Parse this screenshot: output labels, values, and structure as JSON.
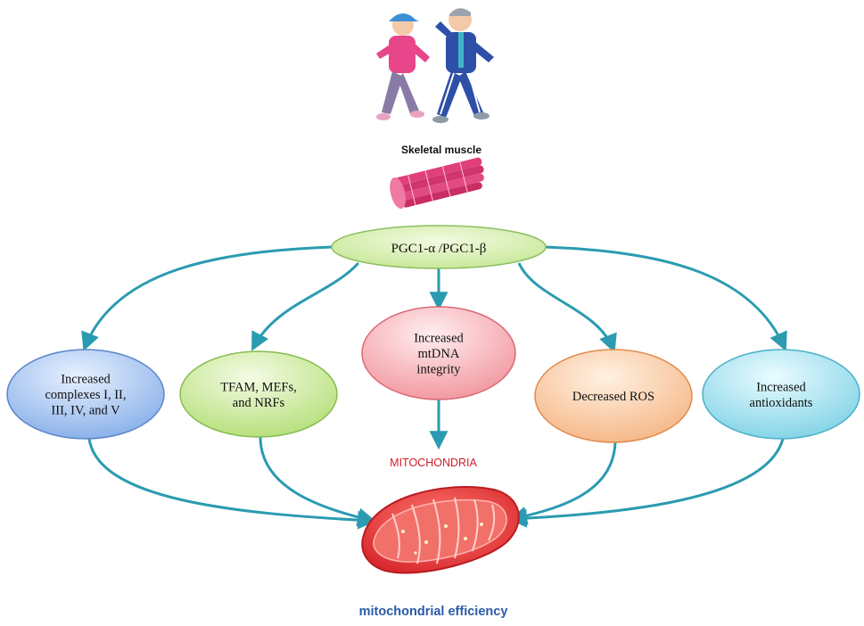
{
  "diagram": {
    "top_label": "Skeletal muscle",
    "hub": "PGC1-α /PGC1-β",
    "nodes": [
      {
        "id": "complexes",
        "lines": [
          "Increased",
          "complexes  I, II,",
          "III, IV, and V"
        ]
      },
      {
        "id": "tfam",
        "lines": [
          "TFAM, MEFs,",
          "and NRFs"
        ]
      },
      {
        "id": "mtdna",
        "lines": [
          "Increased",
          "mtDNA",
          "integrity"
        ]
      },
      {
        "id": "ros",
        "lines": [
          "Decreased ROS"
        ]
      },
      {
        "id": "antioxidants",
        "lines": [
          "Increased",
          "antioxidants"
        ]
      }
    ],
    "mitochondria_label": "MITOCHONDRIA",
    "bottom_label": "mitochondrial efficiency"
  },
  "colors": {
    "arrow": "#2a9bb0",
    "mito_label": "#d0202a",
    "bottom_label": "#2a5aa8"
  },
  "icons": [
    "walking-couple-illustration",
    "muscle-fiber-bundle-icon",
    "mitochondrion-illustration"
  ]
}
